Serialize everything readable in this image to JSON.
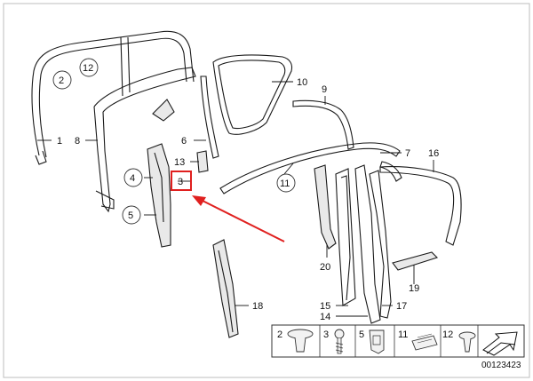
{
  "callouts": {
    "c1": "1",
    "c2": "2",
    "c3": "3",
    "c4": "4",
    "c5": "5",
    "c6": "6",
    "c7": "7",
    "c8": "8",
    "c9": "9",
    "c10": "10",
    "c11": "11",
    "c12": "12",
    "c13": "13",
    "c14": "14",
    "c15": "15",
    "c16": "16",
    "c17": "17",
    "c18": "18",
    "c19": "19",
    "c20": "20"
  },
  "legend": {
    "items": [
      {
        "num": "2"
      },
      {
        "num": "3"
      },
      {
        "num": "5"
      },
      {
        "num": "11"
      },
      {
        "num": "12"
      }
    ]
  },
  "diagram_id": "00123423",
  "colors": {
    "highlight": "#e0201f",
    "ink": "#1a1a1a"
  }
}
